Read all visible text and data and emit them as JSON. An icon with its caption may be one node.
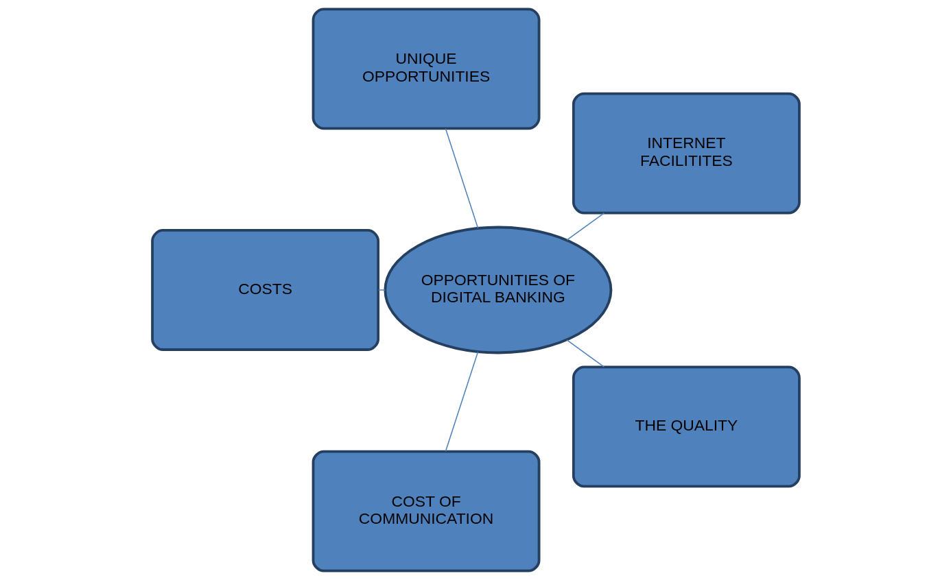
{
  "diagram": {
    "nodes": [
      {
        "text": [
          "INTERNET FACILITITES"
        ]
      },
      {
        "text": [
          "UNIQUE OPPORTUNITIES"
        ]
      },
      {
        "text": [
          "OPPORTUNITIES OF DIGITAL BANKING"
        ]
      },
      {
        "text": [
          "COSTS"
        ]
      },
      {
        "text": [
          "COST OF COMMUNICATION"
        ]
      },
      {
        "text": [
          "THE QUALITY"
        ]
      }
    ],
    "edges": [
      {
        "from": 2,
        "to": 0,
        "arrow": "none"
      },
      {
        "from": 2,
        "to": 1,
        "arrow": "none"
      },
      {
        "from": 2,
        "to": 3,
        "arrow": "none"
      },
      {
        "from": 2,
        "to": 4,
        "arrow": "none"
      },
      {
        "from": 2,
        "to": 5,
        "arrow": "none"
      }
    ]
  }
}
